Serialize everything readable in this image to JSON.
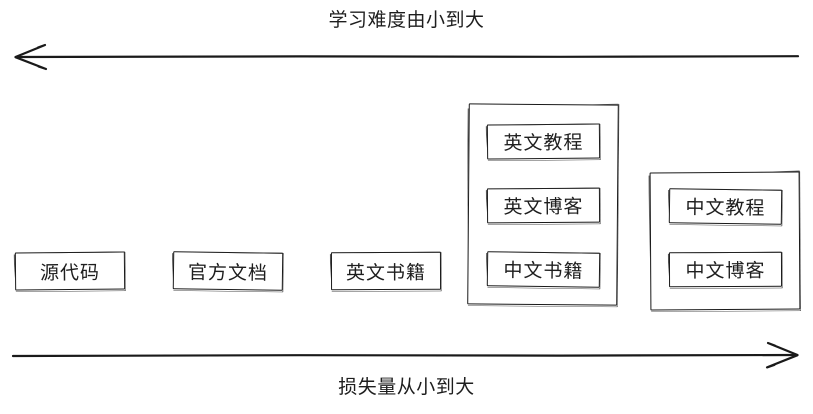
{
  "diagram": {
    "title_top": "学习难度由小到大",
    "title_bottom": "损失量从小到大",
    "colors": {
      "stroke": "#1a1a1a",
      "background": "#ffffff",
      "text": "#1e1e1e"
    },
    "axes": [
      {
        "name": "learning-difficulty-axis",
        "label": "学习难度由小到大",
        "direction": "left",
        "position": "top"
      },
      {
        "name": "loss-amount-axis",
        "label": "损失量从小到大",
        "direction": "right",
        "position": "bottom"
      }
    ],
    "nodes": [
      {
        "id": "source-code",
        "label": "源代码"
      },
      {
        "id": "official-docs",
        "label": "官方文档"
      },
      {
        "id": "english-books",
        "label": "英文书籍"
      }
    ],
    "groups": [
      {
        "id": "group-english-mixed",
        "items": [
          {
            "id": "english-tutorial",
            "label": "英文教程"
          },
          {
            "id": "english-blog",
            "label": "英文博客"
          },
          {
            "id": "chinese-books",
            "label": "中文书籍"
          }
        ]
      },
      {
        "id": "group-chinese",
        "items": [
          {
            "id": "chinese-tutorial",
            "label": "中文教程"
          },
          {
            "id": "chinese-blog",
            "label": "中文博客"
          }
        ]
      }
    ]
  }
}
